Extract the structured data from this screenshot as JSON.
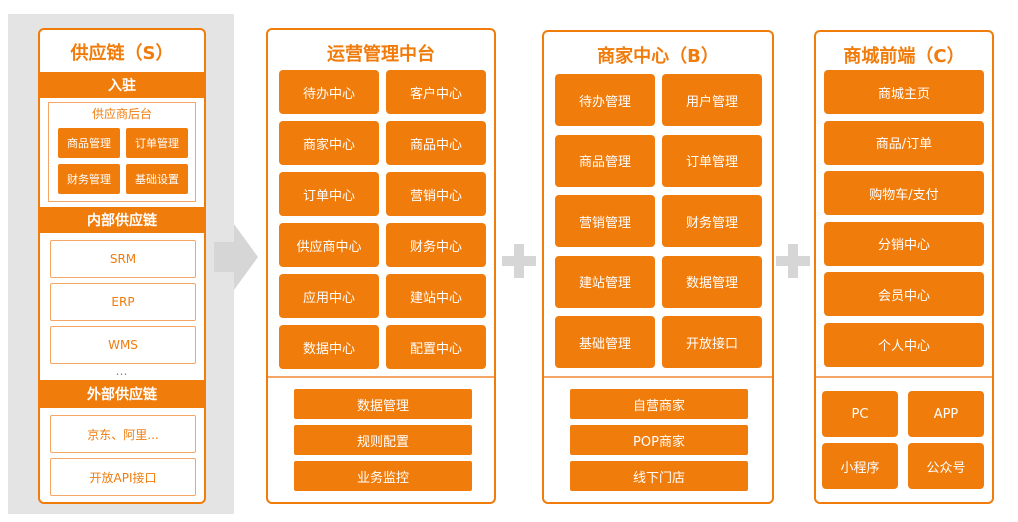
{
  "supply_chain": {
    "title": "供应链（S）",
    "onboarding_label": "入驻",
    "supplier_backend": {
      "title": "供应商后台",
      "items": [
        "商品管理",
        "订单管理",
        "财务管理",
        "基础设置"
      ]
    },
    "internal_label": "内部供应链",
    "internal_items": [
      "SRM",
      "ERP",
      "WMS"
    ],
    "ellipsis": "…",
    "external_label": "外部供应链",
    "external_items": [
      "京东、阿里...",
      "开放API接口"
    ]
  },
  "ops_platform": {
    "title": "运营管理中台",
    "grid": [
      "待办中心",
      "客户中心",
      "商家中心",
      "商品中心",
      "订单中心",
      "营销中心",
      "供应商中心",
      "财务中心",
      "应用中心",
      "建站中心",
      "数据中心",
      "配置中心"
    ],
    "bottom": [
      "数据管理",
      "规则配置",
      "业务监控"
    ]
  },
  "merchant_center": {
    "title": "商家中心（B）",
    "grid": [
      "待办管理",
      "用户管理",
      "商品管理",
      "订单管理",
      "营销管理",
      "财务管理",
      "建站管理",
      "数据管理",
      "基础管理",
      "开放接口"
    ],
    "bottom": [
      "自营商家",
      "POP商家",
      "线下门店"
    ]
  },
  "mall_frontend": {
    "title": "商城前端（C）",
    "list": [
      "商城主页",
      "商品/订单",
      "购物车/支付",
      "分销中心",
      "会员中心",
      "个人中心"
    ],
    "channels": [
      "PC",
      "APP",
      "小程序",
      "公众号"
    ]
  },
  "colors": {
    "accent": "#f07c0c",
    "light_accent": "#f3a665",
    "connector_gray": "#d6d6d6",
    "background_gray": "#e4e4e4"
  }
}
